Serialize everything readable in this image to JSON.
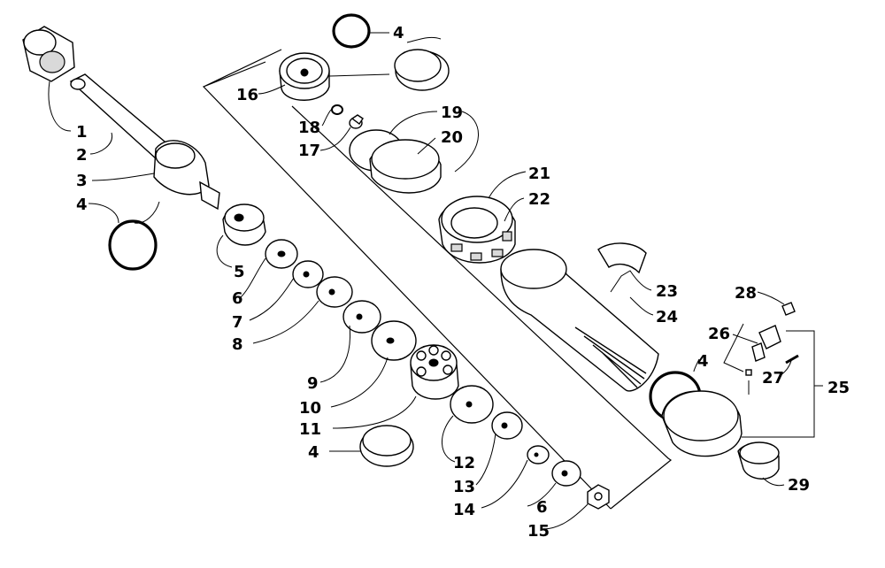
{
  "callouts": [
    {
      "id": "c1",
      "text": "1"
    },
    {
      "id": "c2",
      "text": "2"
    },
    {
      "id": "c3",
      "text": "3"
    },
    {
      "id": "c4a",
      "text": "4"
    },
    {
      "id": "c5",
      "text": "5"
    },
    {
      "id": "c6a",
      "text": "6"
    },
    {
      "id": "c7",
      "text": "7"
    },
    {
      "id": "c8",
      "text": "8"
    },
    {
      "id": "c9",
      "text": "9"
    },
    {
      "id": "c10",
      "text": "10"
    },
    {
      "id": "c11",
      "text": "11"
    },
    {
      "id": "c4b",
      "text": "4"
    },
    {
      "id": "c12",
      "text": "12"
    },
    {
      "id": "c13",
      "text": "13"
    },
    {
      "id": "c14",
      "text": "14"
    },
    {
      "id": "c6b",
      "text": "6"
    },
    {
      "id": "c15",
      "text": "15"
    },
    {
      "id": "c4c",
      "text": "4"
    },
    {
      "id": "c16",
      "text": "16"
    },
    {
      "id": "c18",
      "text": "18"
    },
    {
      "id": "c17",
      "text": "17"
    },
    {
      "id": "c19",
      "text": "19"
    },
    {
      "id": "c20",
      "text": "20"
    },
    {
      "id": "c21",
      "text": "21"
    },
    {
      "id": "c22",
      "text": "22"
    },
    {
      "id": "c23",
      "text": "23"
    },
    {
      "id": "c24",
      "text": "24"
    },
    {
      "id": "c4d",
      "text": "4"
    },
    {
      "id": "c28",
      "text": "28"
    },
    {
      "id": "c26",
      "text": "26"
    },
    {
      "id": "c27",
      "text": "27"
    },
    {
      "id": "c25",
      "text": "25"
    },
    {
      "id": "c29",
      "text": "29"
    }
  ]
}
